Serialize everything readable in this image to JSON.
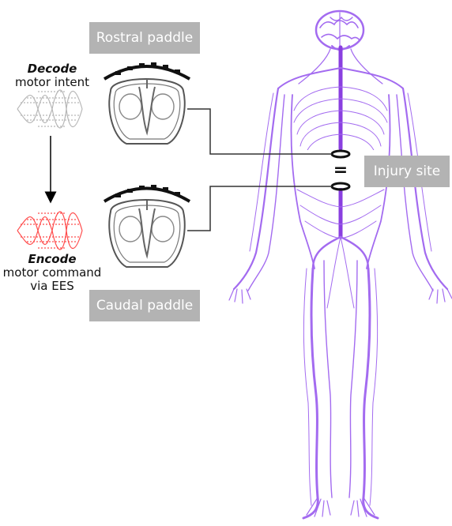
{
  "labels": {
    "rostral": "Rostral paddle",
    "caudal": "Caudal paddle",
    "injury": "Injury site",
    "injury_symbol": "="
  },
  "decode": {
    "title": "Decode",
    "line": "motor intent"
  },
  "encode": {
    "title": "Encode",
    "line1": "motor command",
    "line2": "via EES"
  },
  "colors": {
    "label_box": "#b3b3b3",
    "nerve": "#a36bf0",
    "nerve_main": "#8a3fe0",
    "decode_wave": "#b8b8b8",
    "encode_wave": "#ff4d4d"
  }
}
